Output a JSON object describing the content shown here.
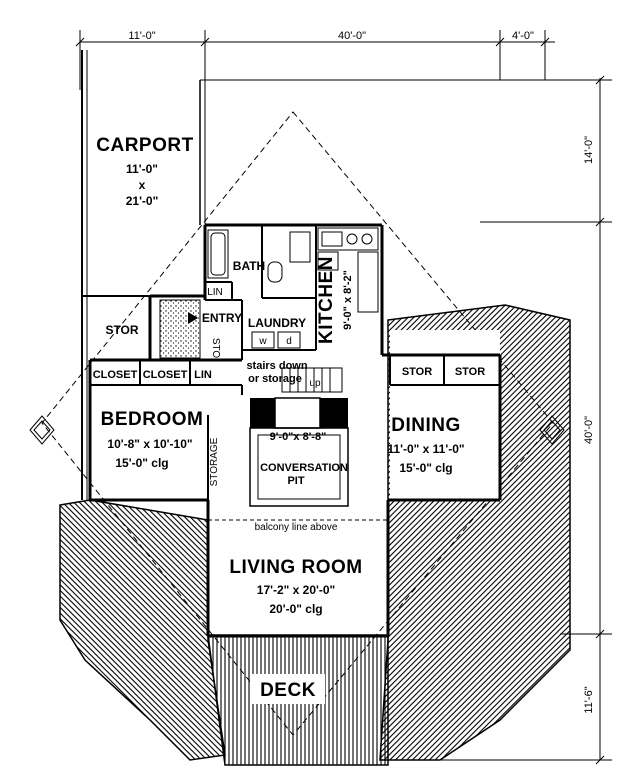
{
  "dimensions": {
    "top_left": "11'-0\"",
    "top_mid": "40'-0\"",
    "top_right": "4'-0\"",
    "right_upper": "14'-0\"",
    "right_mid": "40'-0\"",
    "right_lower": "11'-6\""
  },
  "rooms": {
    "carport": {
      "name": "CARPORT",
      "w": "11'-0\"",
      "x": "x",
      "h": "21'-0\""
    },
    "stor_left": "STOR",
    "entry": "ENTRY",
    "lin_top": "LIN",
    "sto_small": "STO",
    "bath": "BATH",
    "kitchen": {
      "name": "KITCHEN",
      "size": "9'-0\" x 8'-2\""
    },
    "laundry": {
      "name": "LAUNDRY",
      "w": "w",
      "d": "d"
    },
    "closet1": "CLOSET",
    "closet2": "CLOSET",
    "lin_mid": "LIN",
    "stairs": {
      "line1": "stairs down",
      "line2": "or storage",
      "up": "up"
    },
    "stor_d1": "STOR",
    "stor_d2": "STOR",
    "bedroom": {
      "name": "BEDROOM",
      "size": "10'-8\" x 10'-10\"",
      "clg": "15'-0\" clg"
    },
    "storage": "STORAGE",
    "conversation": {
      "size": "9'-0\"x 8'-8\"",
      "name1": "CONVERSATION",
      "name2": "PIT"
    },
    "dining": {
      "name": "DINING",
      "size": "11'-0\" x 11'-0\"",
      "clg": "15'-0\" clg"
    },
    "balcony": "balcony line above",
    "living": {
      "name": "LIVING ROOM",
      "size": "17'-2\" x 20'-0\"",
      "clg": "20'-0\" clg"
    },
    "deck": "DECK"
  }
}
